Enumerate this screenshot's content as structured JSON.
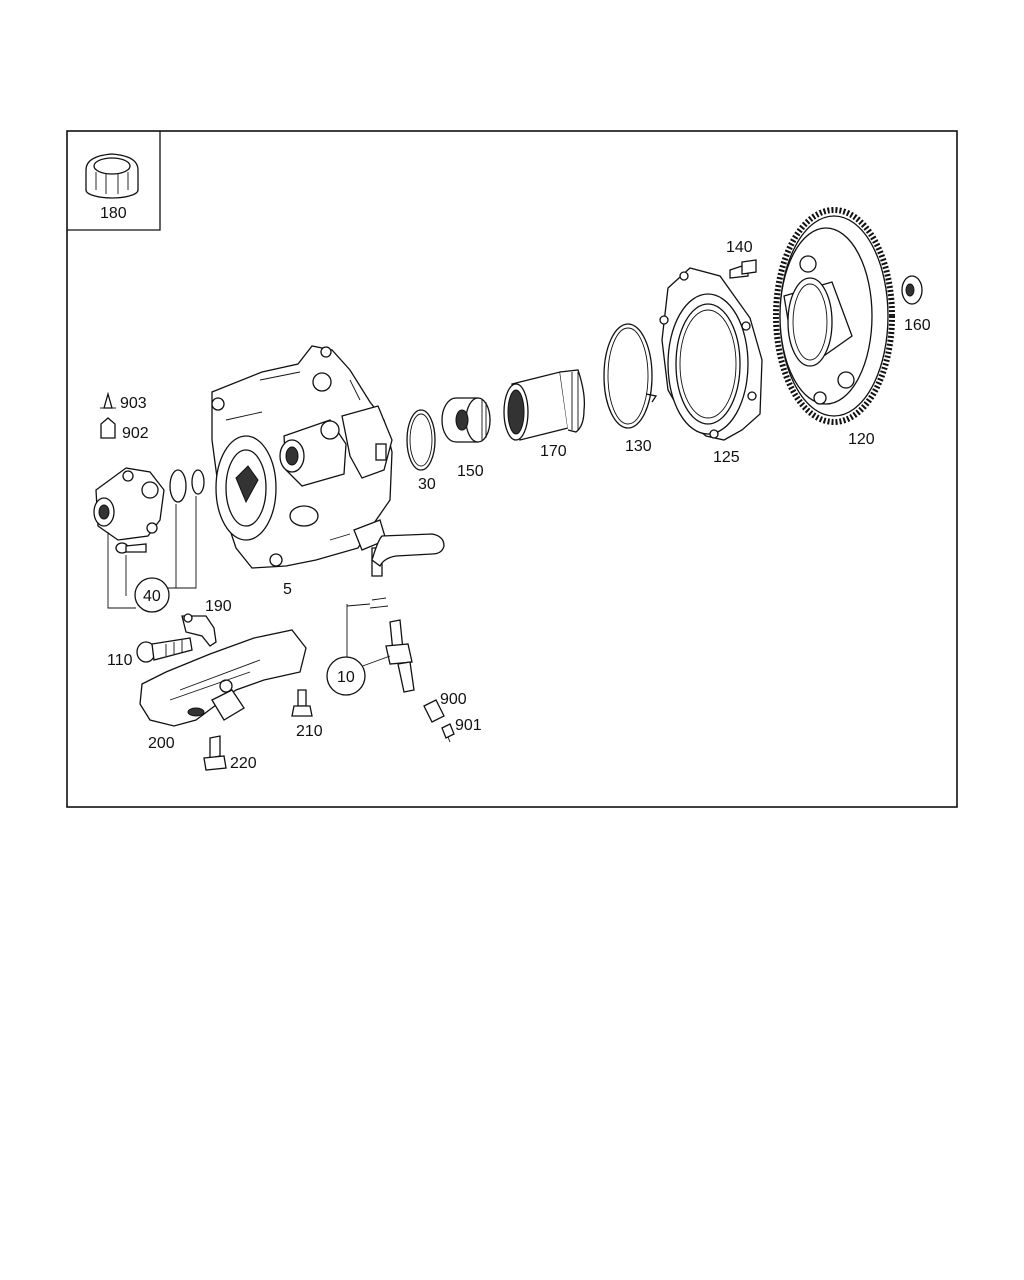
{
  "diagram": {
    "inset_label": "180",
    "callouts": {
      "c5": "5",
      "c10": "10",
      "c30": "30",
      "c40": "40",
      "c110": "110",
      "c120": "120",
      "c125": "125",
      "c130": "130",
      "c140": "140",
      "c150": "150",
      "c160": "160",
      "c170": "170",
      "c190": "190",
      "c200": "200",
      "c210": "210",
      "c220": "220",
      "c900": "900",
      "c901": "901",
      "c902": "902",
      "c903": "903"
    }
  }
}
